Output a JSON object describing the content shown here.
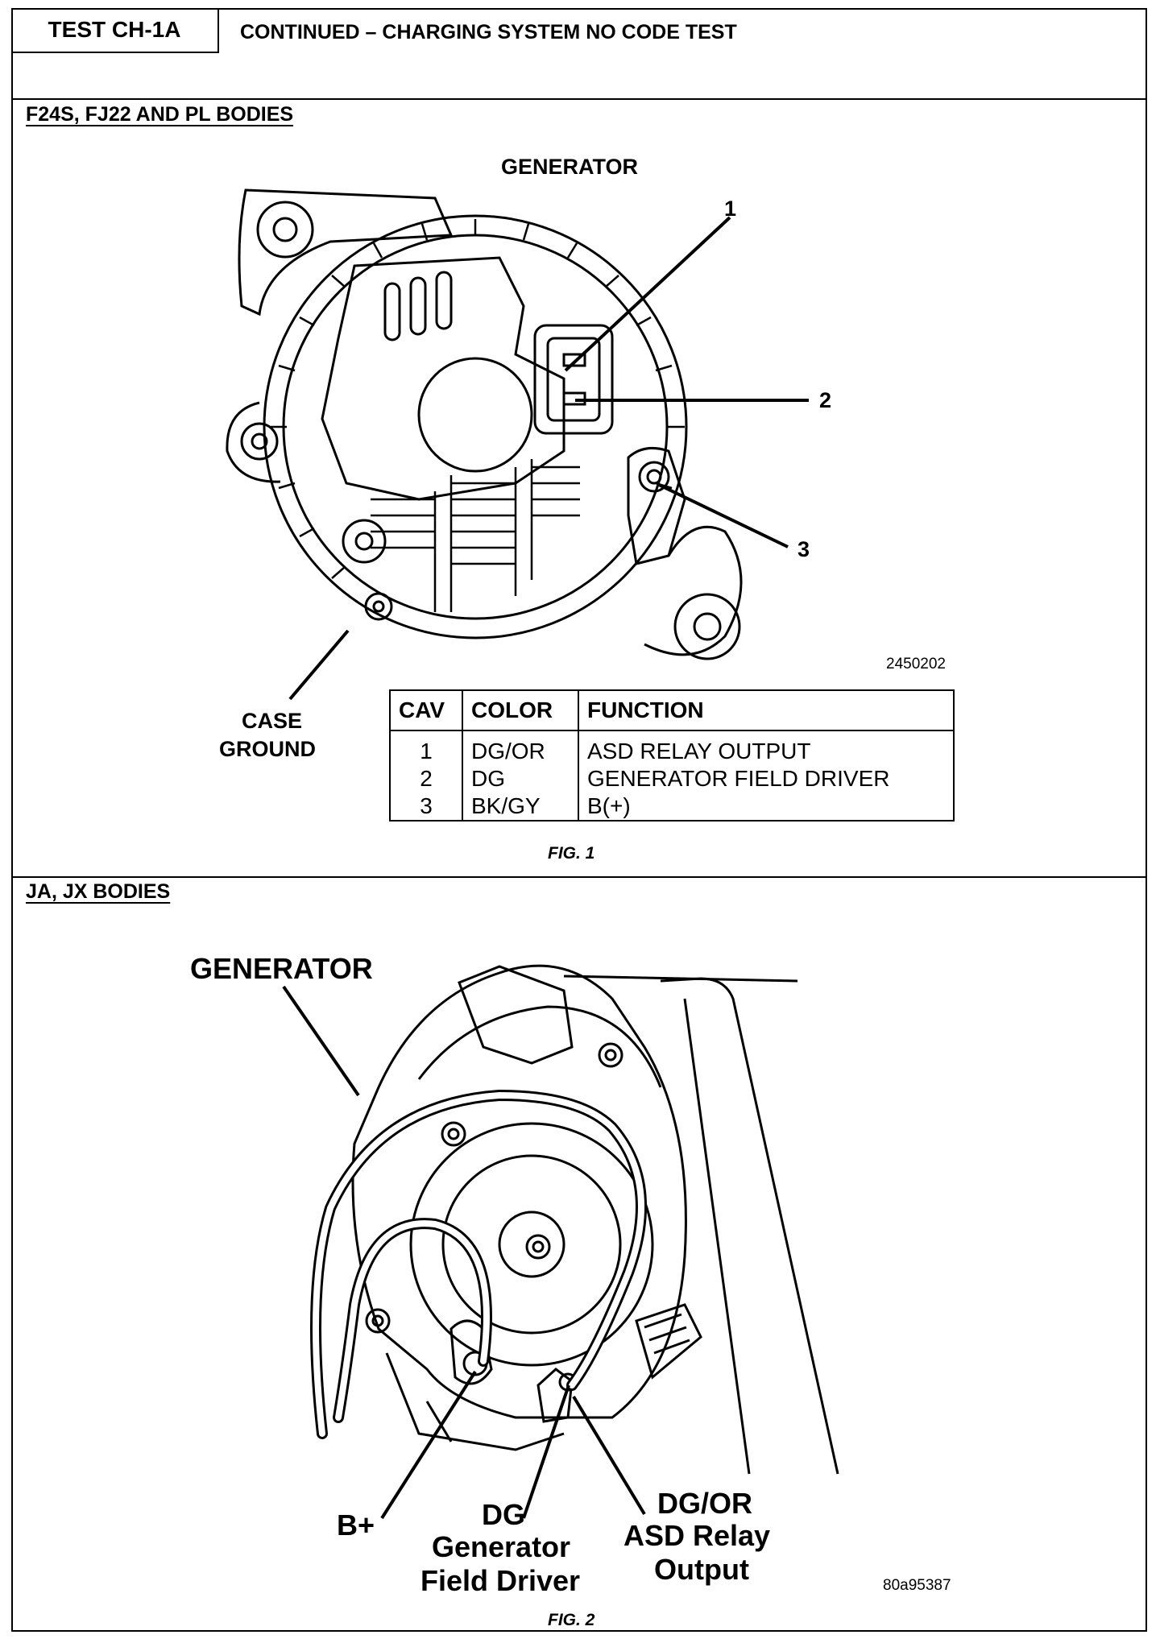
{
  "header": {
    "test_id": "TEST CH-1A",
    "title": "CONTINUED – CHARGING SYSTEM NO CODE TEST"
  },
  "section1": {
    "title": "F24S, FJ22 AND PL BODIES",
    "figure_title": "GENERATOR",
    "callouts": [
      "1",
      "2",
      "3"
    ],
    "case_ground": [
      "CASE",
      "GROUND"
    ],
    "figure_code": "2450202",
    "table": {
      "headers": [
        "CAV",
        "COLOR",
        "FUNCTION"
      ],
      "rows": [
        {
          "cav": "1",
          "color": "DG/OR",
          "function": "ASD RELAY OUTPUT"
        },
        {
          "cav": "2",
          "color": "DG",
          "function": "GENERATOR FIELD DRIVER"
        },
        {
          "cav": "3",
          "color": "BK/GY",
          "function": "B(+)"
        }
      ]
    },
    "caption": "FIG. 1"
  },
  "section2": {
    "title": "JA, JX BODIES",
    "generator_label": "GENERATOR",
    "b_plus": "B+",
    "dg_label": [
      "DG",
      "Generator",
      "Field Driver"
    ],
    "dgor_label": [
      "DG/OR",
      "ASD Relay",
      "Output"
    ],
    "figure_code": "80a95387",
    "caption": "FIG. 2"
  }
}
